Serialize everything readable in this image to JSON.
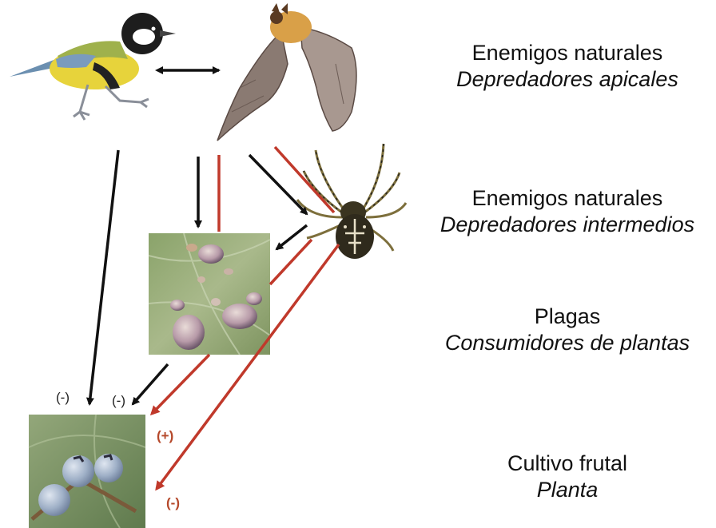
{
  "levels": [
    {
      "name": "Enemigos naturales",
      "role": "Depredadores apicales"
    },
    {
      "name": "Enemigos naturales",
      "role": "Depredadores intermedios"
    },
    {
      "name": "Plagas",
      "role": "Consumidores de plantas"
    },
    {
      "name": "Cultivo frutal",
      "role": "Planta"
    }
  ],
  "effects": {
    "bird_on_crop": "(-)",
    "pest_on_crop": "(-)",
    "bat_on_crop": "(+)",
    "spider_on_crop": "(-)"
  },
  "colors": {
    "direct_effect_arrow": "#111111",
    "indirect_effect_arrow": "#c0392b",
    "positive_label": "#b5482a"
  },
  "icons": [
    "bird-illustration",
    "bat-illustration",
    "spider-illustration",
    "aphids-photo",
    "blueberries-photo"
  ]
}
